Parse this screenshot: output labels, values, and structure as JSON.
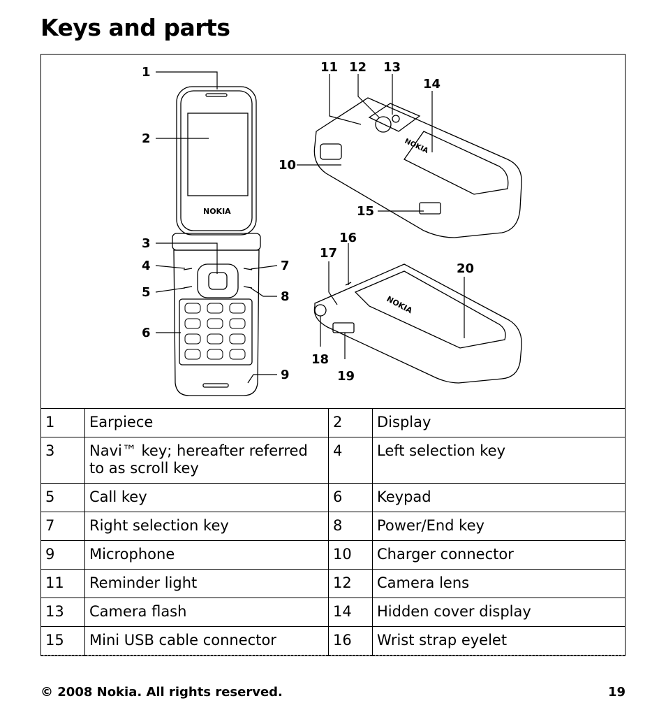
{
  "page_title": "Keys and parts",
  "figure": {
    "brand_text": "NOKIA",
    "callout_numbers": [
      "1",
      "2",
      "3",
      "4",
      "5",
      "6",
      "7",
      "8",
      "9",
      "10",
      "11",
      "12",
      "13",
      "14",
      "15",
      "16",
      "17",
      "18",
      "19",
      "20"
    ]
  },
  "parts": [
    [
      {
        "num": "1",
        "label": "Earpiece"
      },
      {
        "num": "2",
        "label": "Display"
      }
    ],
    [
      {
        "num": "3",
        "label": "Navi™ key; hereafter referred to as scroll key"
      },
      {
        "num": "4",
        "label": "Left selection key"
      }
    ],
    [
      {
        "num": "5",
        "label": "Call key"
      },
      {
        "num": "6",
        "label": "Keypad"
      }
    ],
    [
      {
        "num": "7",
        "label": "Right selection key"
      },
      {
        "num": "8",
        "label": "Power/End key"
      }
    ],
    [
      {
        "num": "9",
        "label": "Microphone"
      },
      {
        "num": "10",
        "label": "Charger connector"
      }
    ],
    [
      {
        "num": "11",
        "label": "Reminder light"
      },
      {
        "num": "12",
        "label": "Camera lens"
      }
    ],
    [
      {
        "num": "13",
        "label": "Camera flash"
      },
      {
        "num": "14",
        "label": "Hidden cover display"
      }
    ],
    [
      {
        "num": "15",
        "label": "Mini USB cable connector"
      },
      {
        "num": "16",
        "label": "Wrist strap eyelet"
      }
    ]
  ],
  "footer": {
    "copyright": "© 2008 Nokia. All rights reserved.",
    "page_number": "19"
  }
}
